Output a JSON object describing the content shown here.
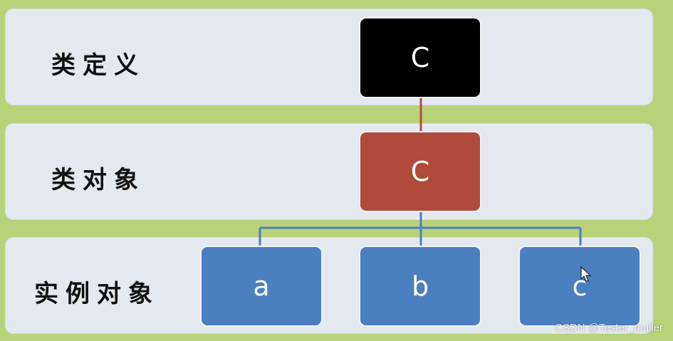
{
  "levels": {
    "class_definition": {
      "label": "类定义",
      "node": "C",
      "color": "#000000"
    },
    "class_object": {
      "label": "类对象",
      "node": "C",
      "color": "#b04a3a"
    },
    "instance_objects": {
      "label": "实例对象",
      "nodes": [
        "a",
        "b",
        "c"
      ],
      "color": "#4a7fc0"
    }
  },
  "connector_colors": {
    "definition_to_object": "#b04a3a",
    "object_to_instances": "#4a7fc0"
  },
  "watermark": "CSDN @Tester_muller"
}
